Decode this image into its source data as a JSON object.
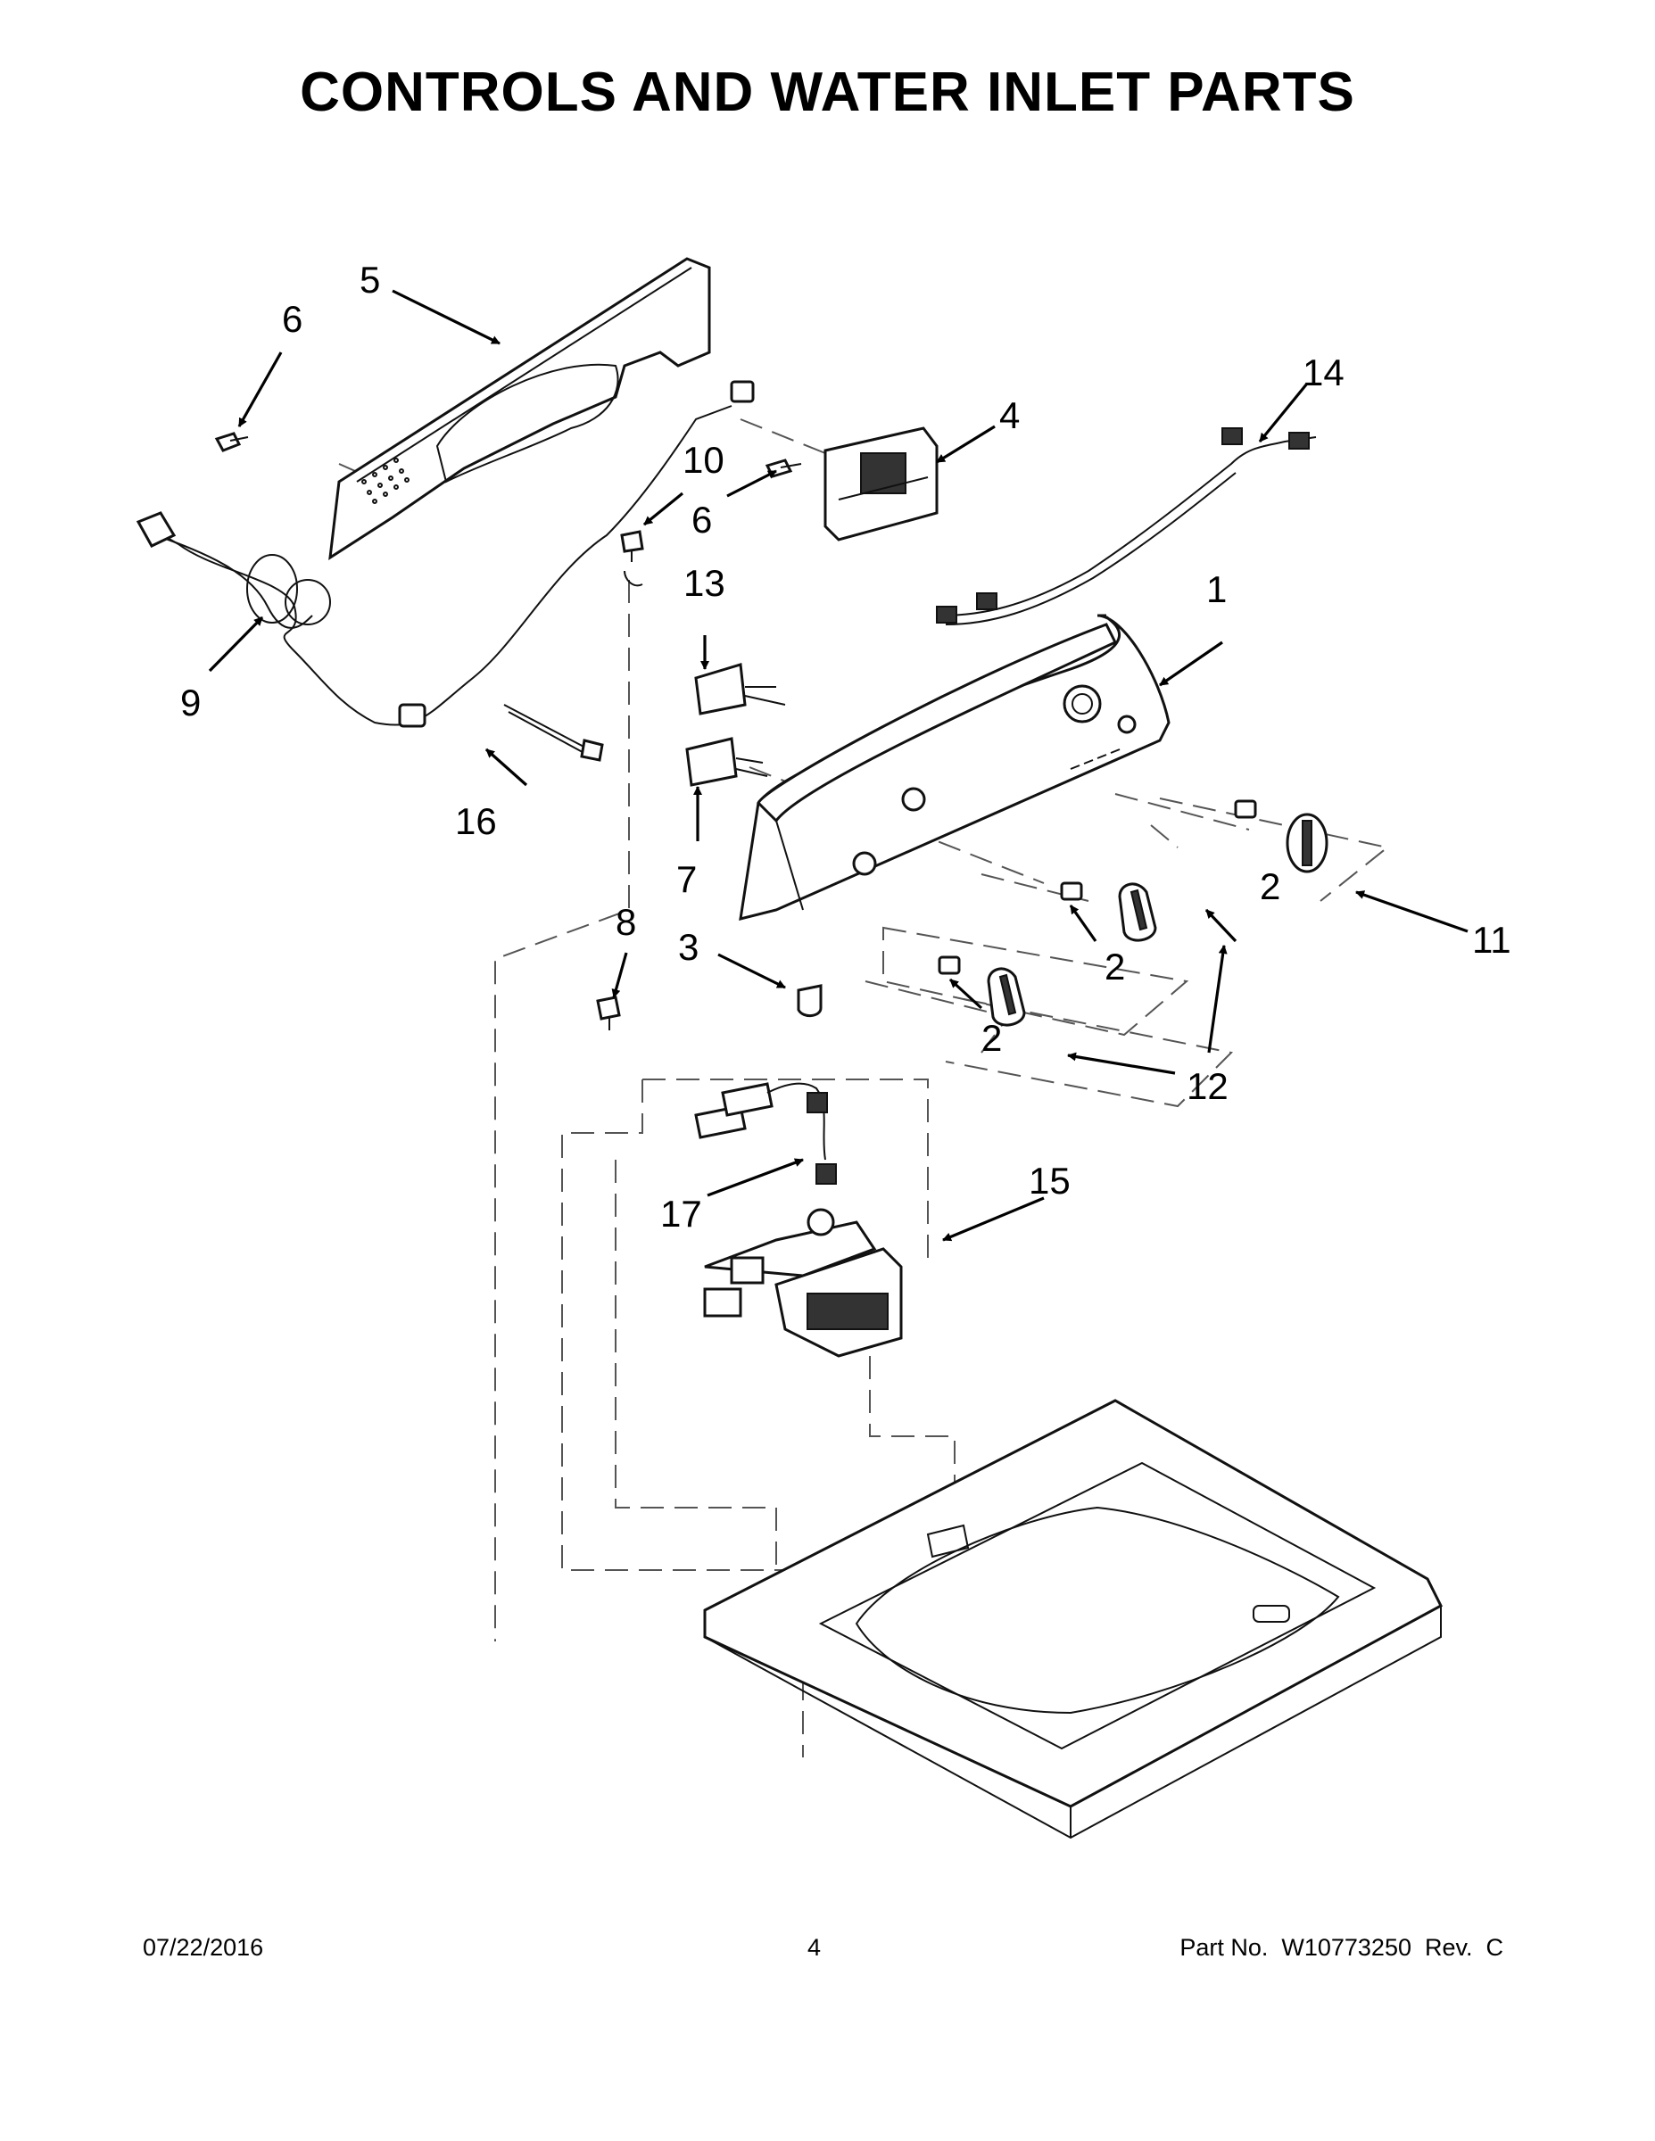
{
  "title": "CONTROLS AND WATER INLET PARTS",
  "callouts": [
    "1",
    "2",
    "2",
    "2",
    "2",
    "3",
    "4",
    "5",
    "6",
    "6",
    "7",
    "8",
    "9",
    "10",
    "11",
    "12",
    "13",
    "14",
    "15",
    "16",
    "17"
  ],
  "footer": {
    "date": "07/22/2016",
    "page": "4",
    "part_no": "Part No.  W10773250  Rev.  C"
  }
}
